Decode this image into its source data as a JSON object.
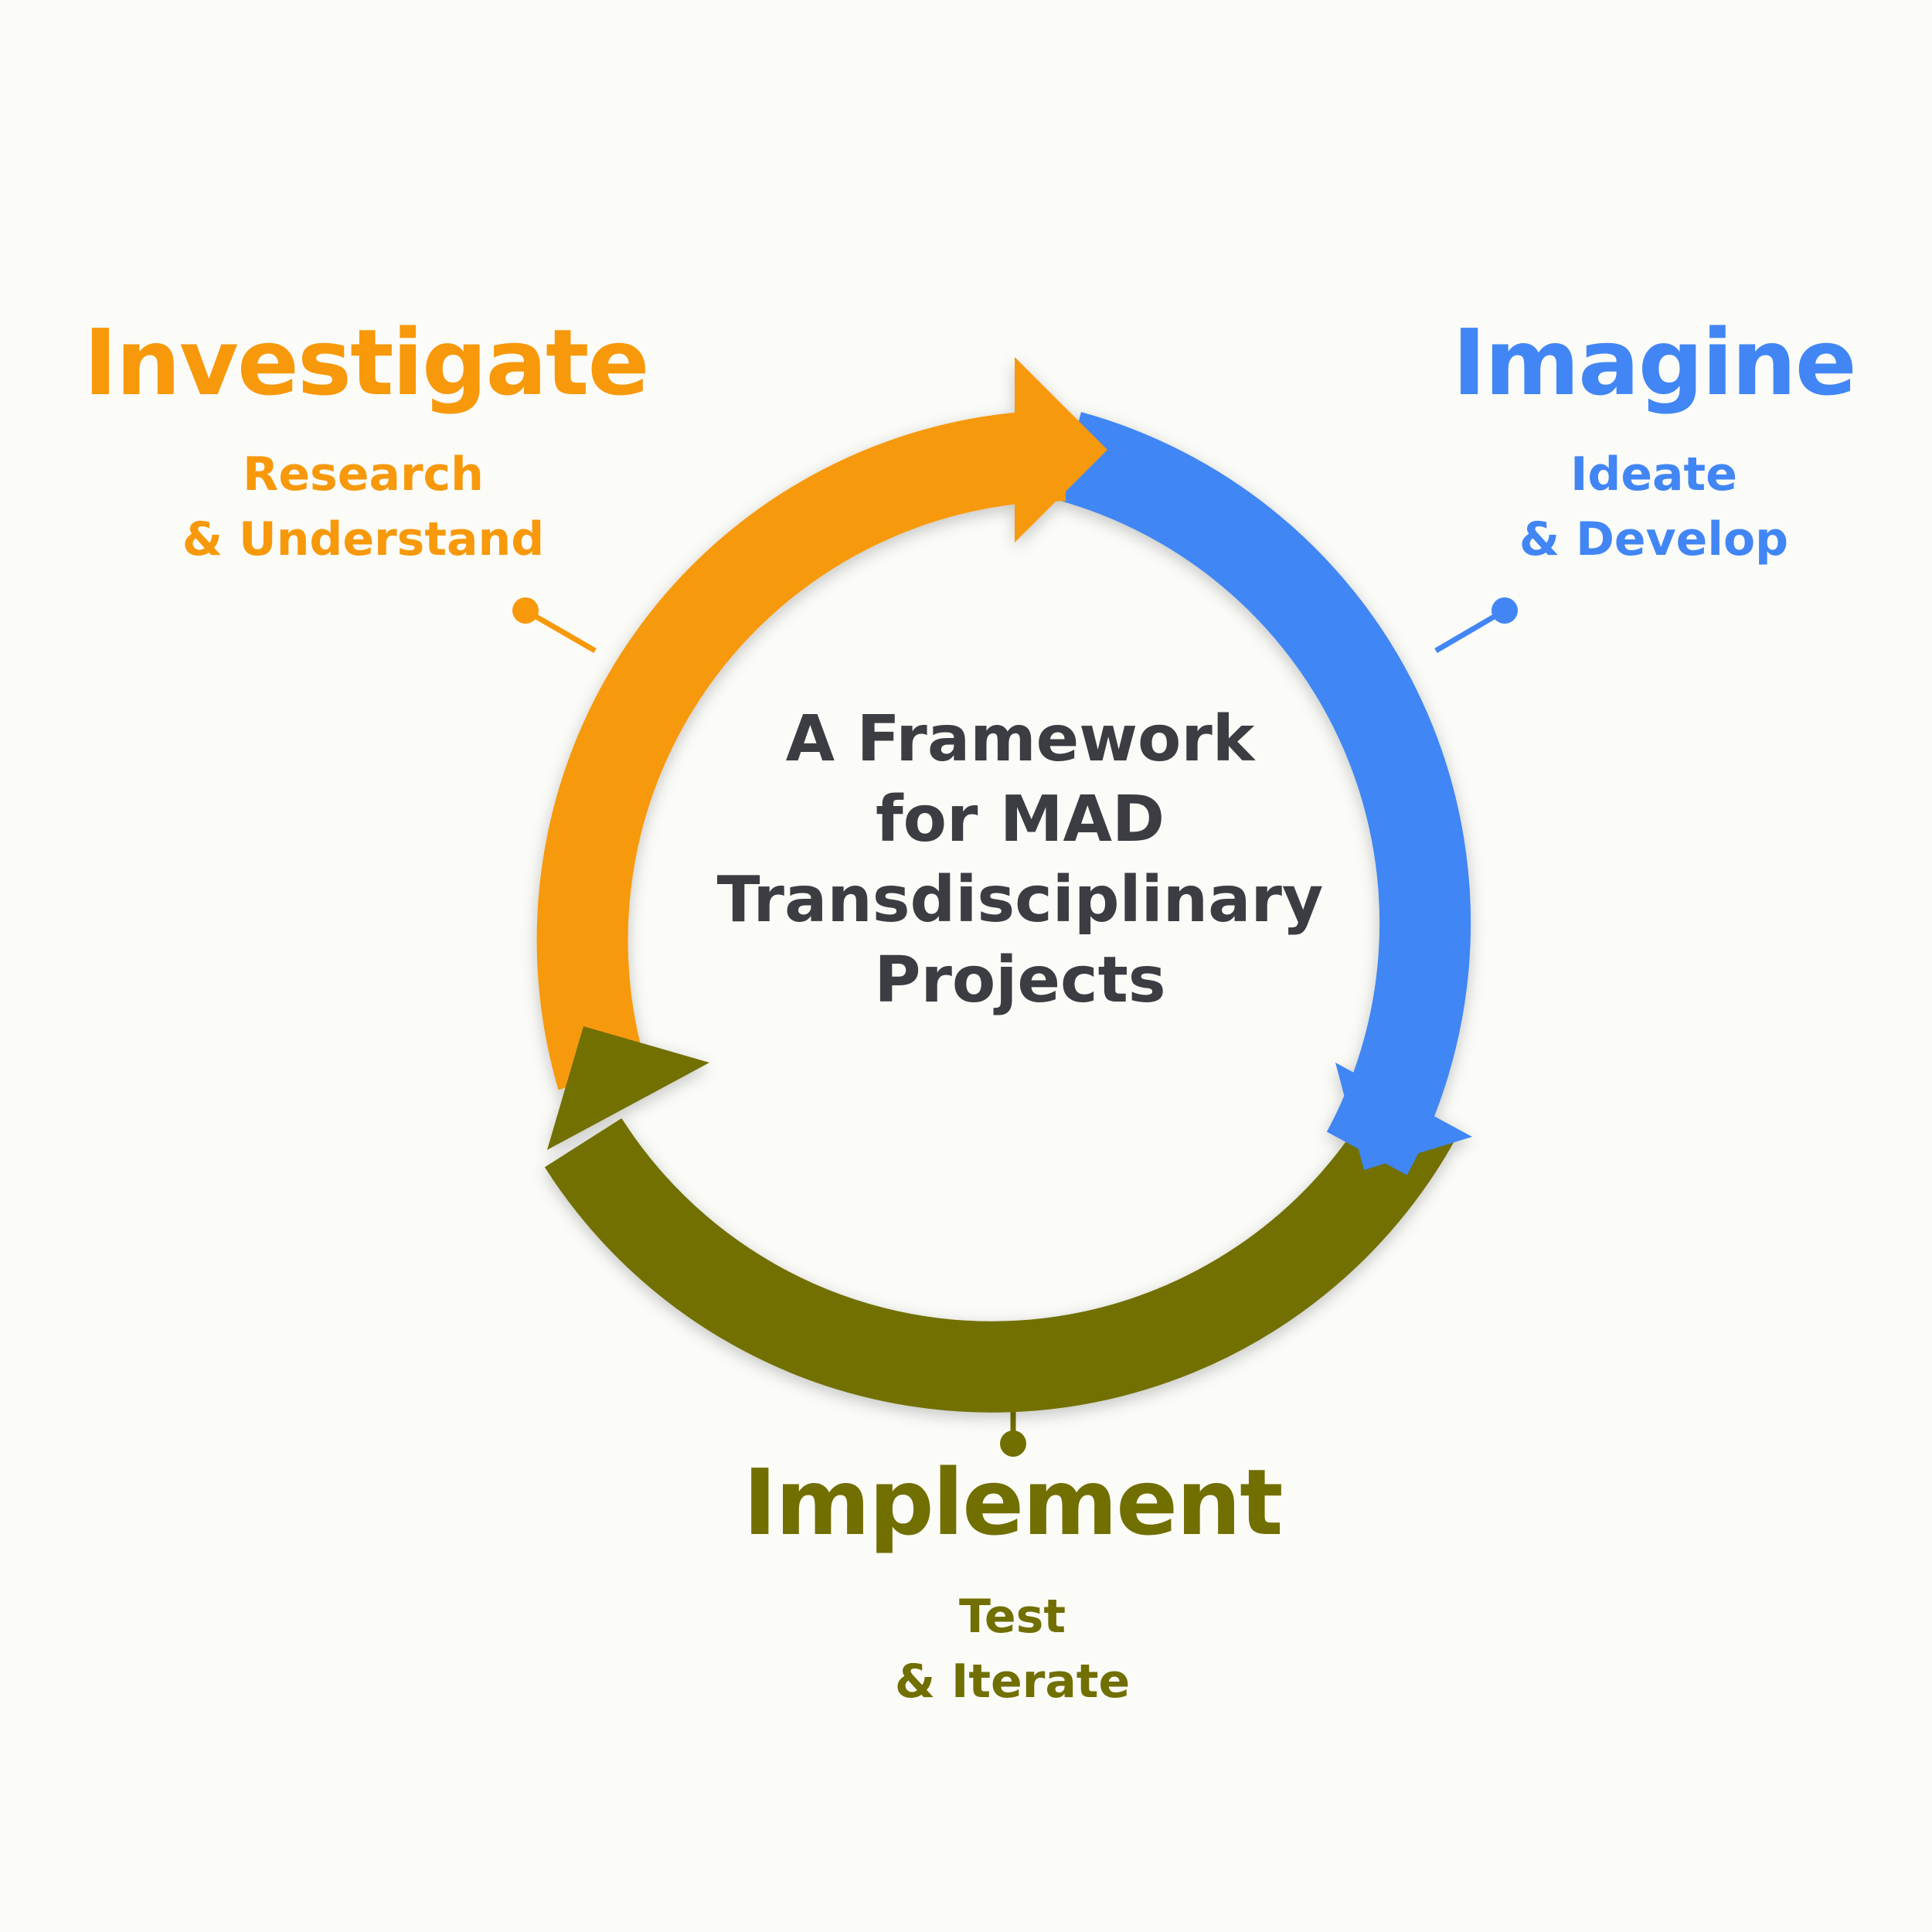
{
  "center_title": {
    "line1": "A Framework",
    "line2": "for MAD",
    "line3": "Transdisciplinary",
    "line4": "Projects"
  },
  "stages": {
    "investigate": {
      "title": "Investigate",
      "sub1": "Research",
      "sub2": "& Understand",
      "color": "#f7990b"
    },
    "imagine": {
      "title": "Imagine",
      "sub1": "Ideate",
      "sub2": "& Develop",
      "color": "#4186f4"
    },
    "implement": {
      "title": "Implement",
      "sub1": "Test",
      "sub2": "& Iterate",
      "color": "#716f00"
    }
  }
}
